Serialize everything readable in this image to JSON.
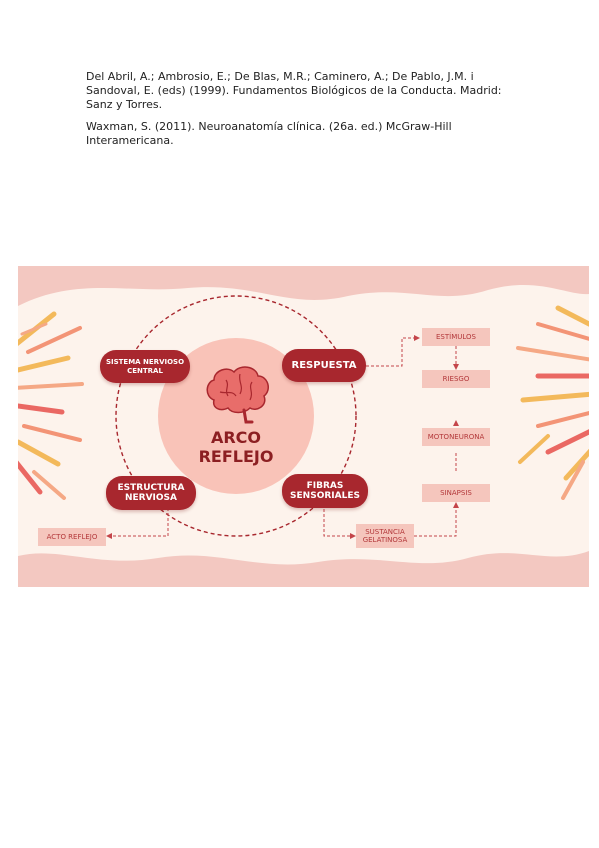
{
  "references": [
    "Del Abril, A.; Ambrosio, E.; De Blas, M.R.; Caminero, A.; De Pablo, J.M. i Sandoval, E. (eds) (1999). Fundamentos Biológicos de la Conducta. Madrid: Sanz y Torres.",
    "Waxman, S. (2011). Neuroanatomía clínica. (26a. ed.) McGraw-Hill Interamericana."
  ],
  "diagram": {
    "center": "ARCO\nREFLEJO",
    "center_icon": "brain-icon",
    "nodes": {
      "sistema_nervioso": "SISTEMA NERVIOSO\nCENTRAL",
      "respuesta": "RESPUESTA",
      "estructura": "ESTRUCTURA\nNERVIOSA",
      "fibras": "FIBRAS\nSENSORIALES"
    },
    "boxes": {
      "estimulos": "ESTÍMULOS",
      "riesgo": "RIESGO",
      "motoneurona": "MOTONEURONA",
      "sinapsis": "SINAPSIS",
      "sustancia": "SUSTANCIA\nGELATINOSA",
      "acto_reflejo": "ACTO REFLEJO"
    },
    "colors": {
      "primary": "#a8272e",
      "background": "#fdf3ec",
      "frame": "#f3c8c1",
      "box": "#f5c6bd",
      "circle": "#f9c3b8"
    }
  }
}
